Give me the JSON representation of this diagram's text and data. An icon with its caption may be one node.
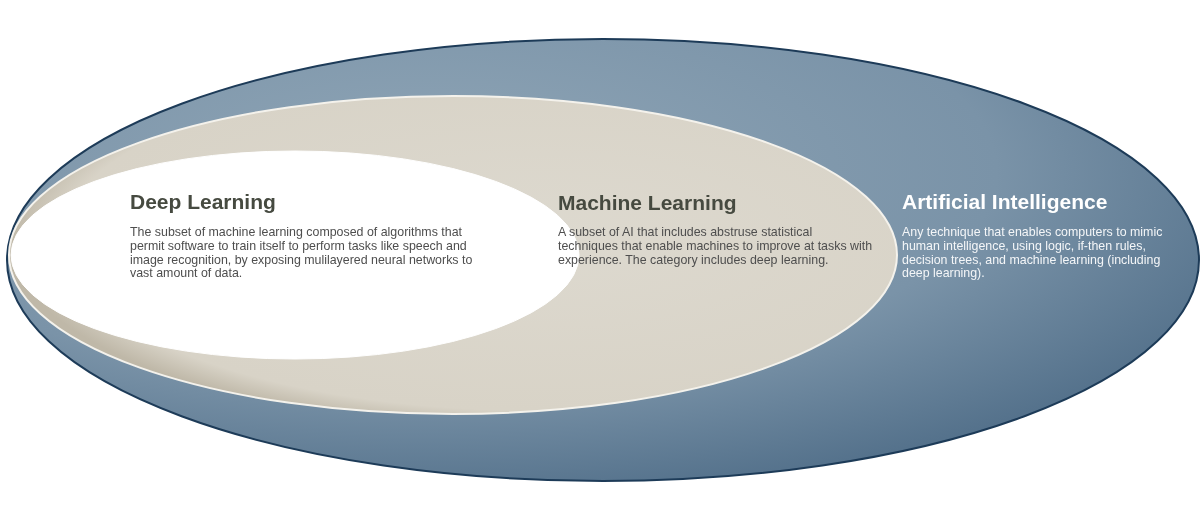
{
  "diagram": {
    "nodes": [
      {
        "text": [
          "Artificial Intelligence",
          "Any technique that enables computers to mimic human intelligence, using logic, if-then rules, decision trees, and machine learning (including deep learning)."
        ]
      },
      {
        "text": [
          "Machine Learning",
          "A subset of AI that includes abstruse statistical techniques that enable machines to improve at tasks with experience. The category includes deep learning."
        ],
        "in": 0
      },
      {
        "text": [
          "Deep Learning",
          "The subset of machine learning composed of algorithms that permit software to train itself to perform tasks like speech and image recognition, by exposing mulilayered neural networks to vast amount of data."
        ],
        "in": 1
      }
    ]
  }
}
